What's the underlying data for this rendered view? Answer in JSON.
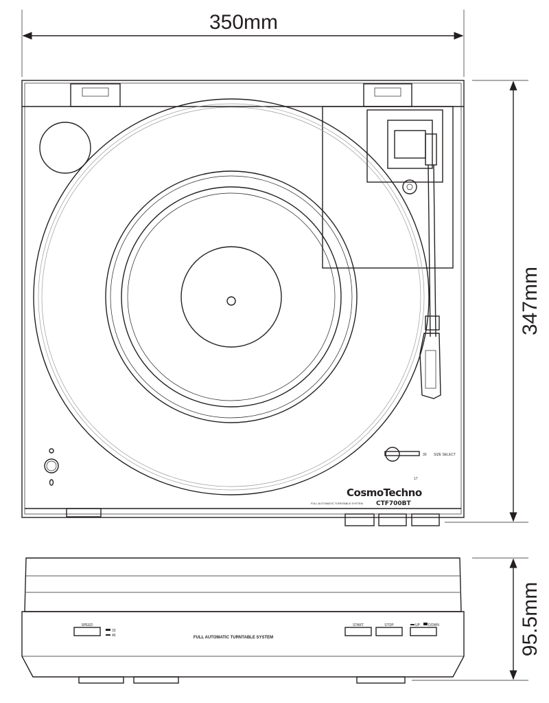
{
  "dimensions": {
    "width": "350mm",
    "depth": "347mm",
    "height": "95.5mm"
  },
  "top_view": {
    "size_select_30": "30",
    "size_select_label": "SIZE SELECT",
    "size_select_17": "17",
    "brand": "CosmoTechno",
    "model": "CTF700BT",
    "tagline": "FULL AUTOMATIC TURNTABLE SYSTEM"
  },
  "front_view": {
    "speed_label": "SPEED",
    "speed_33": "33",
    "speed_45": "45",
    "center_text": "FULL AUTOMATIC TURNTABLE SYSTEM",
    "start_label": "START",
    "stop_label": "STOP",
    "up_label": "UP",
    "down_label": "DOWN"
  }
}
